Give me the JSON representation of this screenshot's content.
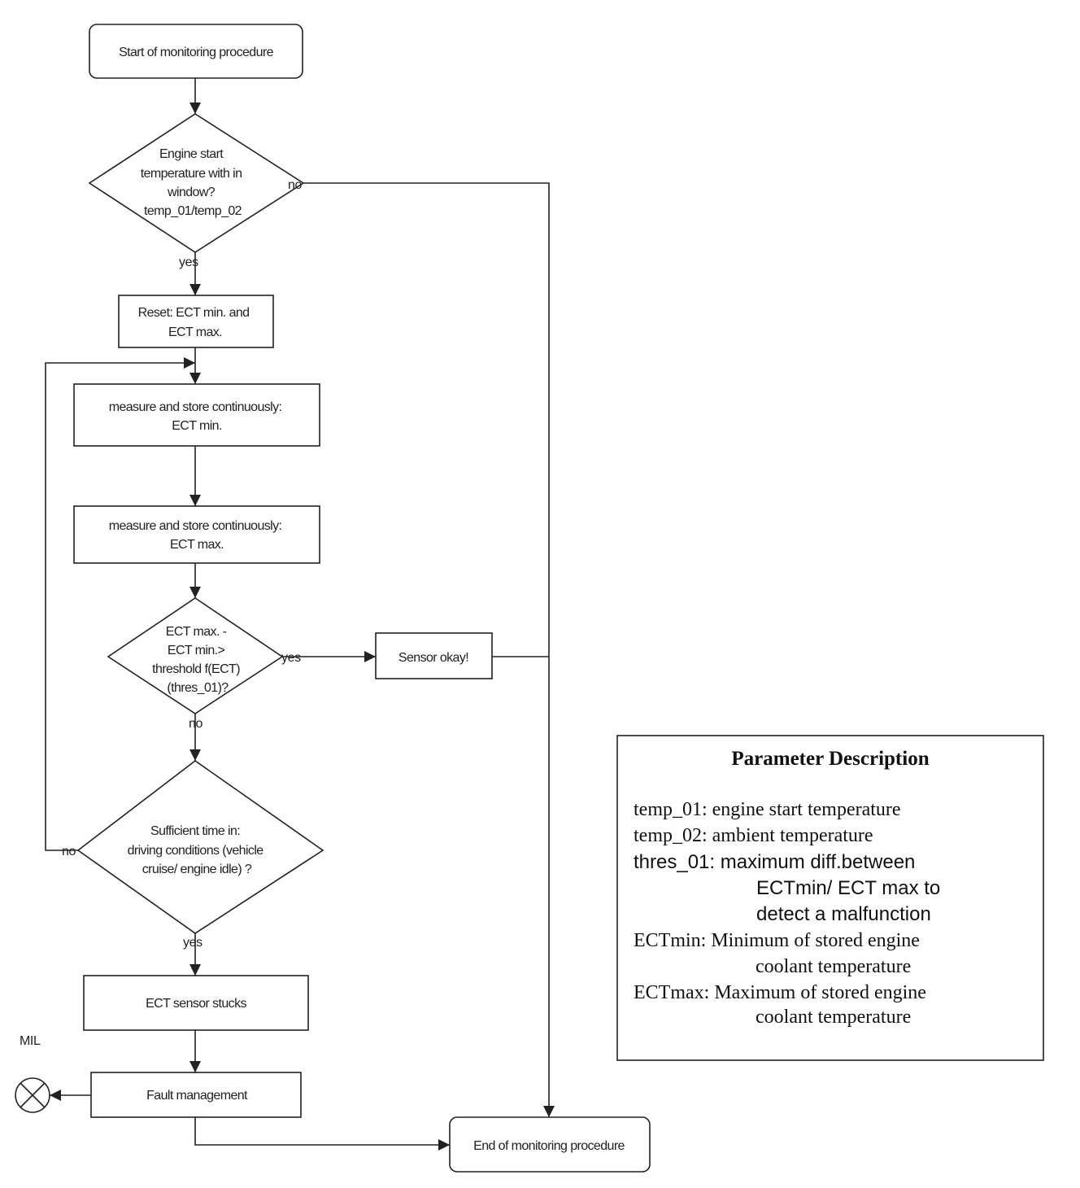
{
  "nodes": {
    "start": {
      "lines": [
        "Start of monitoring procedure"
      ]
    },
    "dec_temp": {
      "lines": [
        "Engine start",
        "temperature with in",
        "window?",
        "temp_01/temp_02"
      ]
    },
    "reset": {
      "lines": [
        "Reset: ECT min. and",
        "ECT max."
      ]
    },
    "measure_min": {
      "lines": [
        "measure and store continuously:",
        "ECT min."
      ]
    },
    "measure_max": {
      "lines": [
        "measure and store continuously:",
        "ECT max."
      ]
    },
    "dec_diff": {
      "lines": [
        "ECT max. -",
        "ECT min.>",
        "threshold f(ECT)",
        "(thres_01)?"
      ]
    },
    "sensor_ok": {
      "lines": [
        "Sensor okay!"
      ]
    },
    "dec_time": {
      "lines": [
        "Sufficient time in:",
        "driving conditions (vehicle",
        "cruise/ engine idle) ?"
      ]
    },
    "stuck": {
      "lines": [
        "ECT sensor stucks"
      ]
    },
    "fault": {
      "lines": [
        "Fault management"
      ]
    },
    "end": {
      "lines": [
        "End of monitoring procedure"
      ]
    }
  },
  "edge_labels": {
    "temp_no": "no",
    "temp_yes": "yes",
    "diff_yes": "yes",
    "diff_no": "no",
    "time_no": "no",
    "time_yes": "yes"
  },
  "mil": {
    "label": "MIL",
    "icon": "mil-lamp-icon"
  },
  "parameters": {
    "title": "Parameter Description",
    "lines": [
      "temp_01: engine start temperature",
      "temp_02: ambient temperature",
      "thres_01: maximum diff.between",
      "ECTmin/ ECT max to",
      "detect a malfunction",
      "ECTmin: Minimum of stored engine",
      "coolant temperature",
      "ECTmax: Maximum of stored engine",
      "coolant temperature"
    ]
  }
}
